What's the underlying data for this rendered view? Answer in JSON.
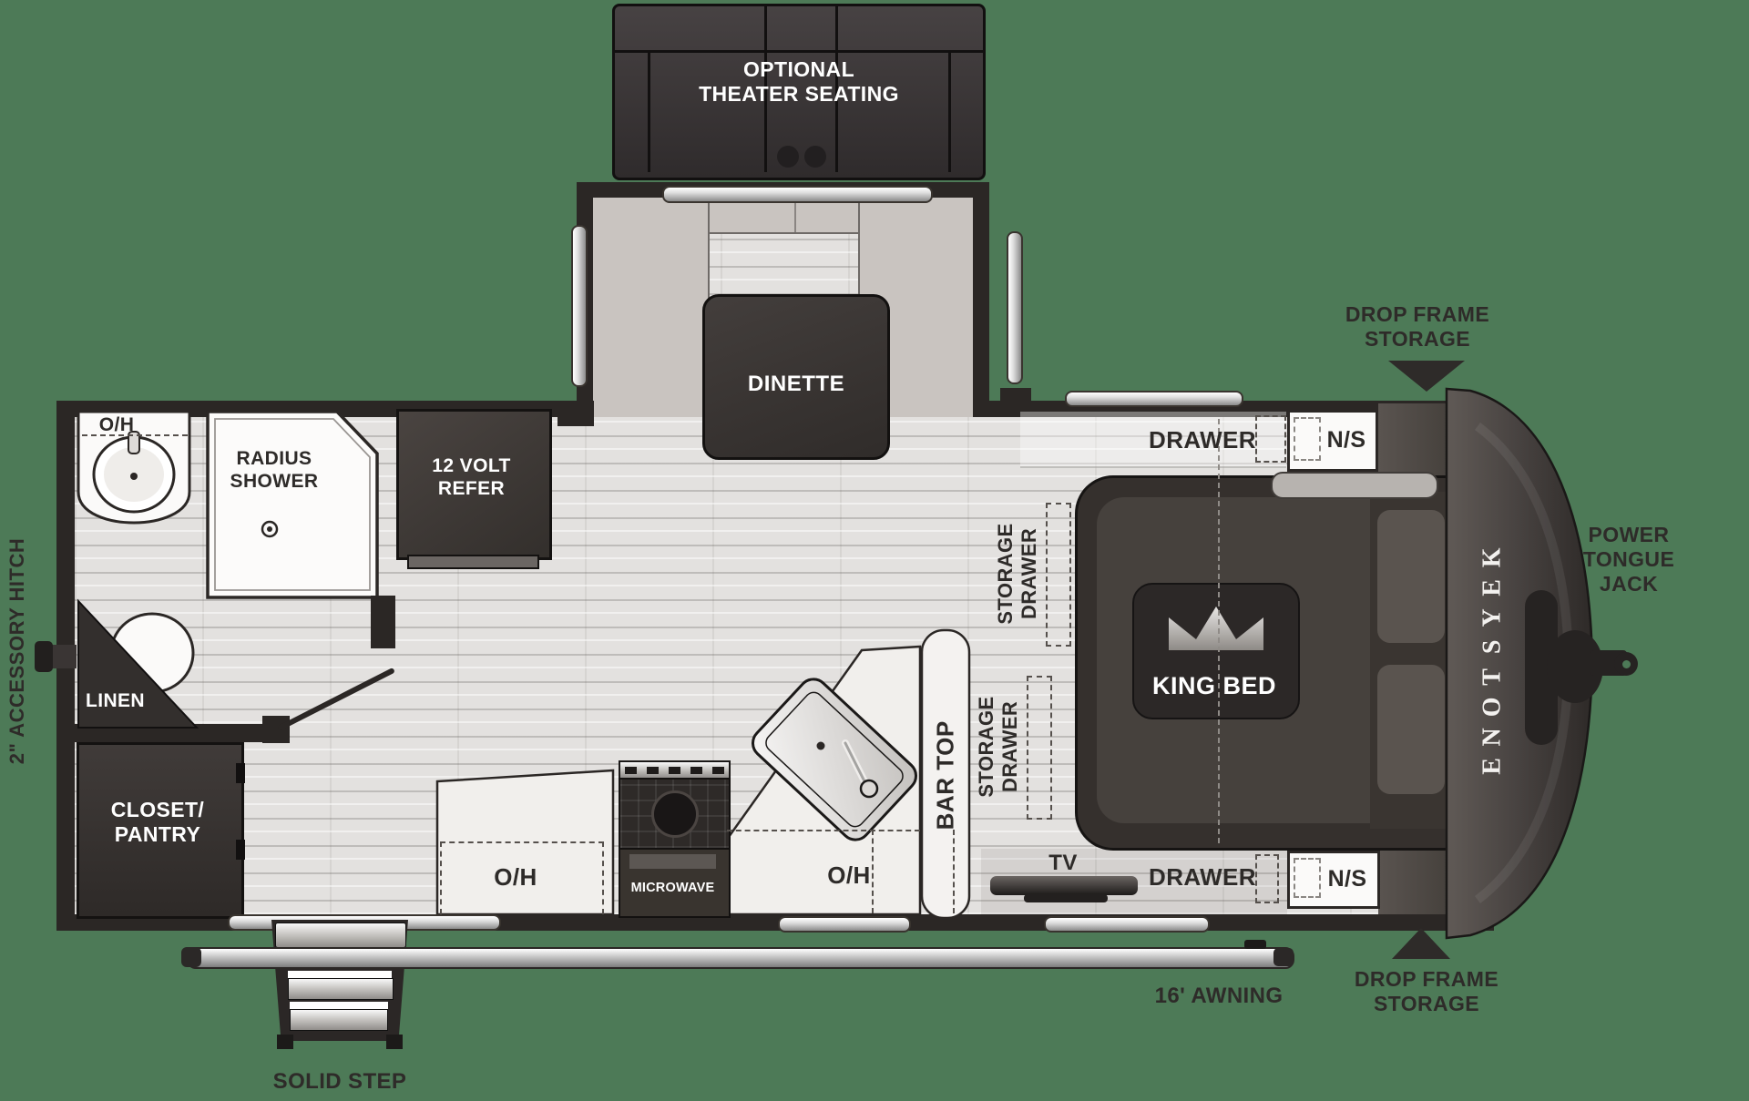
{
  "colors": {
    "background": "#4d7a57",
    "wall": "#2b2725",
    "dark_furniture": "#3a3531",
    "floor": "#e3e1df",
    "label_text": "#2e2b29"
  },
  "theater": {
    "line1": "OPTIONAL",
    "line2": "THEATER SEATING"
  },
  "slide": {
    "dinette": "DINETTE"
  },
  "bath": {
    "overhead": "O/H",
    "shower_line1": "RADIUS",
    "shower_line2": "SHOWER",
    "linen": "LINEN"
  },
  "storage": {
    "closet_line1": "CLOSET/",
    "closet_line2": "PANTRY",
    "refer_line1": "12 VOLT",
    "refer_line2": "REFER"
  },
  "kitchen": {
    "overhead": "O/H",
    "microwave": "MICROWAVE",
    "sink_overhead": "O/H",
    "bartop": "BAR TOP"
  },
  "bedroom": {
    "king_bed": "KING BED",
    "drawer_top": "DRAWER",
    "nightstand_top": "N/S",
    "tv": "TV",
    "drawer_bottom": "DRAWER",
    "nightstand_bottom": "N/S",
    "storage_drawer_fwd_line1": "STORAGE",
    "storage_drawer_fwd_line2": "DRAWER",
    "storage_drawer_aft_line1": "STORAGE",
    "storage_drawer_aft_line2": "DRAWER"
  },
  "exterior": {
    "brand": "KEYSTONE",
    "drop_frame_top_line1": "DROP FRAME",
    "drop_frame_top_line2": "STORAGE",
    "drop_frame_bottom_line1": "DROP FRAME",
    "drop_frame_bottom_line2": "STORAGE",
    "power_tongue_jack_line1": "POWER",
    "power_tongue_jack_line2": "TONGUE",
    "power_tongue_jack_line3": "JACK",
    "accessory_hitch": "2\" ACCESSORY HITCH",
    "awning": "16' AWNING",
    "solid_step": "SOLID STEP"
  }
}
